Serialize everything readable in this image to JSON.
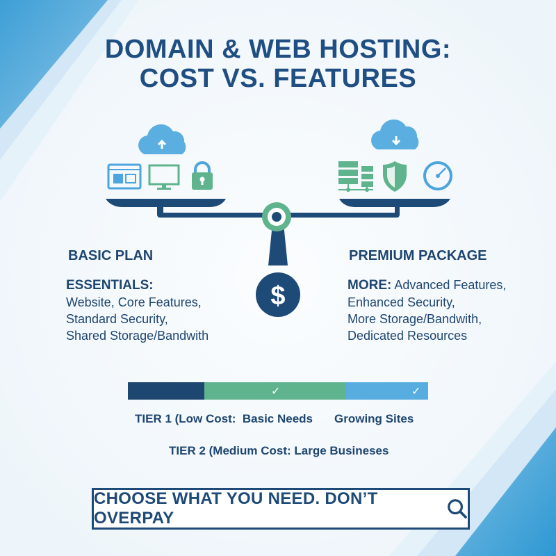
{
  "title": {
    "line1": "DOMAIN & WEB HOSTING:",
    "line2": "COST VS. FEATURES"
  },
  "colors": {
    "navy": "#1e4a77",
    "green": "#5fb48e",
    "blue": "#58ade0",
    "background": "#f3f8fc"
  },
  "scale": {
    "left_pan": {
      "cloud_icon": "cloud-upload-icon",
      "icons": [
        "browser-window-icon",
        "monitor-icon",
        "padlock-icon"
      ]
    },
    "right_pan": {
      "cloud_icon": "cloud-download-icon",
      "icons": [
        "server-rack-icon",
        "shield-icon",
        "speedometer-icon"
      ]
    },
    "weight_symbol": "$"
  },
  "basic": {
    "heading": "BASIC PLAN",
    "label": "ESSENTIALS:",
    "lines": [
      "Website, Core Features,",
      "Standard Security,",
      "Shared Storage/Bandwith"
    ]
  },
  "premium": {
    "heading": "PREMIUM PACKAGE",
    "label": "MORE:",
    "first_line_rest": " Advanced Features,",
    "lines": [
      "Enhanced Security,",
      "More Storage/Bandwith,",
      "Dedicated Resources"
    ]
  },
  "tiers": {
    "segments": [
      {
        "color": "#1d4670",
        "checked": false
      },
      {
        "color": "#5fb48e",
        "checked": true,
        "check": "✓"
      },
      {
        "color": "#58ade0",
        "checked": true,
        "check": "✓"
      }
    ],
    "tier1_label": "TIER 1 (Low Cost:  Basic Needs",
    "growing_label": "Growing Sites",
    "tier2_label": "TIER 2 (Medium Cost: Large Busineses"
  },
  "cta": {
    "text": "CHOOSE WHAT YOU NEED. DON’T OVERPAY",
    "icon": "search-icon"
  }
}
